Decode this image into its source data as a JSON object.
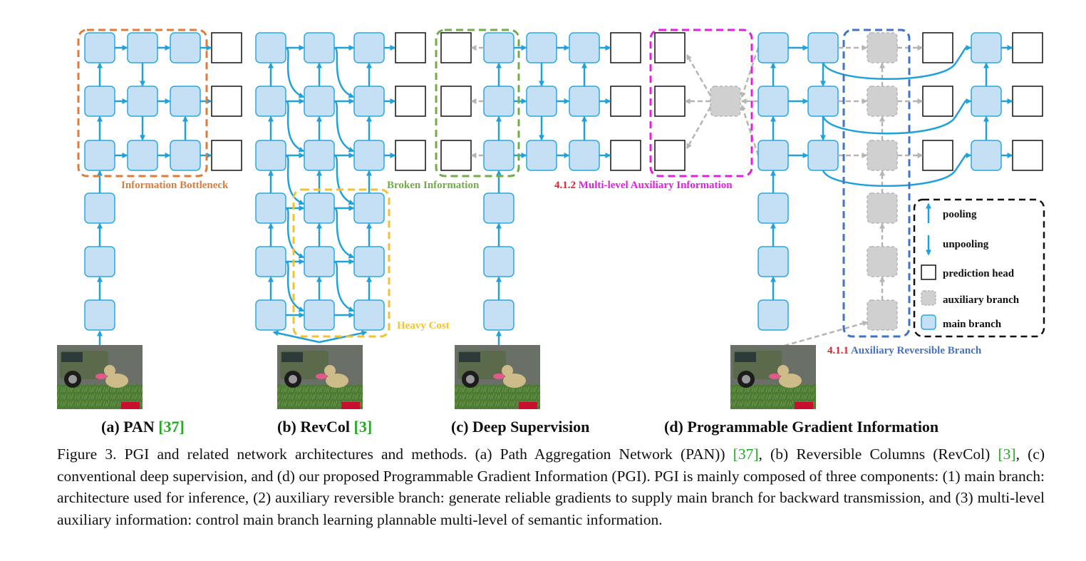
{
  "colors": {
    "main_fill": "#c5e0f5",
    "main_stroke": "#2aa8e0",
    "arrow": "#1fa2dc",
    "aux_fill": "#d0d0d0",
    "aux_arrow": "#b5b5b5",
    "bottleneck": "#e07b39",
    "broken": "#70ad47",
    "heavy": "#f1c232",
    "multilevel": "#e020e0",
    "reversible": "#4472c4",
    "red": "#e8202a",
    "cite_green": "#22aa22"
  },
  "annotations": {
    "information_bottleneck": "Information Bottleneck",
    "broken_information": "Broken Information",
    "heavy_cost": "Heavy Cost",
    "multilevel_num": "4.1.2",
    "multilevel_text": "Multi-level Auxiliary Information",
    "reversible_num": "4.1.1",
    "reversible_text": "Auxiliary Reversible Branch"
  },
  "legend": {
    "items": [
      {
        "icon": "pooling-arrow-icon",
        "label": "pooling"
      },
      {
        "icon": "unpooling-arrow-icon",
        "label": "unpooling"
      },
      {
        "icon": "prediction-head-icon",
        "label": "prediction head"
      },
      {
        "icon": "auxiliary-branch-icon",
        "label": "auxiliary branch"
      },
      {
        "icon": "main-branch-icon",
        "label": "main branch"
      }
    ]
  },
  "subfigures": [
    {
      "prefix": "(a) PAN ",
      "cite": "[37]"
    },
    {
      "prefix": "(b) RevCol ",
      "cite": "[3]"
    },
    {
      "prefix": "(c) Deep Supervision",
      "cite": ""
    },
    {
      "prefix": "(d) Programmable Gradient Information",
      "cite": ""
    }
  ],
  "caption": {
    "p1": "Figure 3.  PGI and related network architectures and methods.  (a) Path Aggregation Network (PAN)) ",
    "c1": "[37]",
    "p2": ", (b) Reversible Columns (RevCol) ",
    "c2": "[3]",
    "p3": ", (c) conventional deep supervision, and (d) our proposed Programmable Gradient Information (PGI). PGI is mainly composed of three components: (1) main branch: architecture used for inference, (2) auxiliary reversible branch: generate reliable gradients to supply main branch for backward transmission, and (3) multi-level auxiliary information: control main branch learning plannable multi-level of semantic information."
  }
}
